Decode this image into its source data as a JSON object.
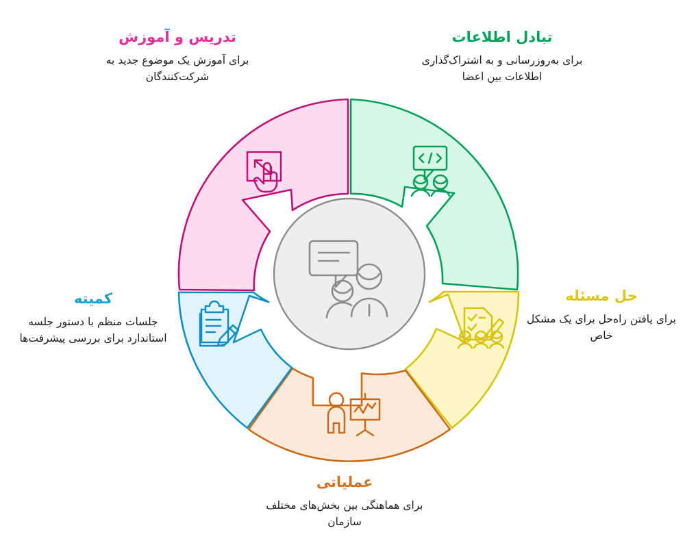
{
  "diagram": {
    "type": "segmented-donut-wheel",
    "segment_count": 5,
    "center": {
      "icon": "discussion-people-icon",
      "fill": "#eeeeee",
      "stroke": "#8c8c8c"
    },
    "background": "#ffffff"
  },
  "segments": [
    {
      "id": "info-exchange",
      "title": "تبادل اطلاعات",
      "description": "برای به‌روزرسانی و به اشتراک‌گذاری اطلاعات بین اعضا",
      "stroke": "#00a05a",
      "fill": "#d6f7e5",
      "title_color": "#00a05a",
      "icon": "code-speech-bubble-two-people-icon",
      "position": "top-right"
    },
    {
      "id": "problem-solving",
      "title": "حل مسئله",
      "description": "برای یافتن راه‌حل برای یک مشکل خاص",
      "stroke": "#d8c40f",
      "fill": "#fcf5c4",
      "title_color": "#d8c40f",
      "icon": "checklist-pencil-three-people-icon",
      "position": "right"
    },
    {
      "id": "operational",
      "title": "عملیاتی",
      "description": "برای هماهنگی بین بخش‌های مختلف سازمان",
      "stroke": "#c96a1a",
      "fill": "#fbeada",
      "title_color": "#d4711c",
      "icon": "presenter-flipchart-icon",
      "position": "bottom"
    },
    {
      "id": "committee",
      "title": "کمیته",
      "description": "جلسات منظم با دستور جلسه استاندارد برای بررسی پیشرفت‌ها",
      "stroke": "#0d8fc4",
      "fill": "#e1f4fd",
      "title_color": "#19a0d8",
      "icon": "clipboard-pencil-icon",
      "position": "left"
    },
    {
      "id": "teaching-training",
      "title": "تدریس و آموزش",
      "description": "برای آموزش یک موضوع جدید به شرکت‌کنندگان",
      "stroke": "#bf1077",
      "fill": "#fbdcef",
      "title_color": "#e0309a",
      "icon": "resize-screen-pointer-hand-icon",
      "position": "top-left"
    }
  ]
}
